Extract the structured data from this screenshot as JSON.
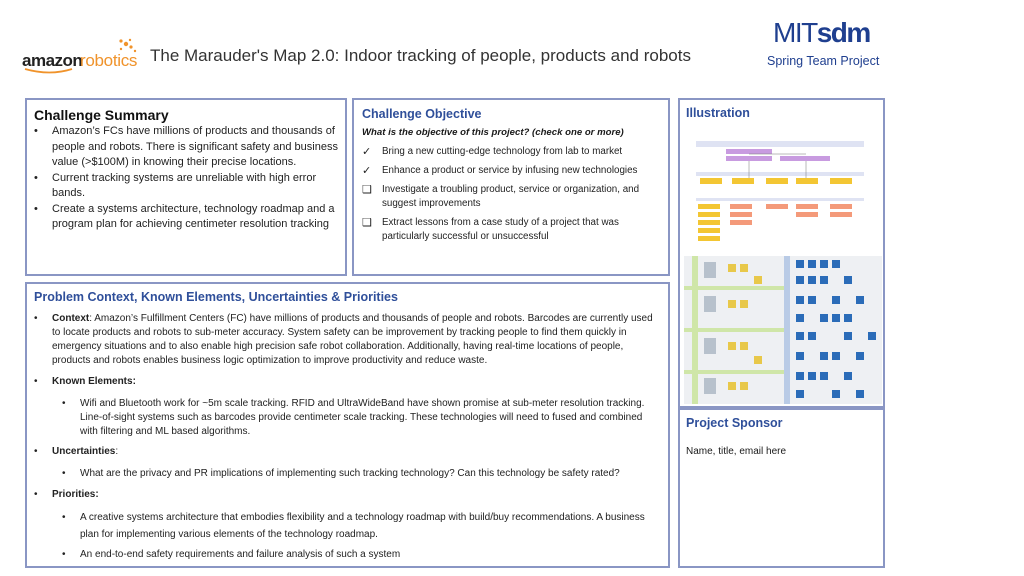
{
  "header": {
    "logo_word1": "amazon",
    "logo_word2": "robotics",
    "title": "The Marauder's Map 2.0: Indoor tracking of people, products and robots",
    "mit_logo_a": "MIT",
    "mit_logo_b": "sdm",
    "mit_subtitle": "Spring Team Project"
  },
  "challenge_summary": {
    "heading": "Challenge Summary",
    "bullets": [
      "Amazon’s FCs have millions of products and thousands of people and robots. There is significant safety and business value (>$100M) in knowing their precise locations.",
      "Current tracking systems are unreliable with high error bands.",
      "Create a systems architecture, technology roadmap and a program plan for achieving centimeter resolution tracking"
    ]
  },
  "challenge_objective": {
    "heading": "Challenge Objective",
    "question": "What is the objective of this project? (check one or more)",
    "options": [
      {
        "mark": "✓",
        "text": "Bring a new cutting-edge technology from lab to market"
      },
      {
        "mark": "✓",
        "text": "Enhance a product or service by infusing new technologies"
      },
      {
        "mark": "❑",
        "text": "Investigate a troubling product, service or organization, and suggest improvements"
      },
      {
        "mark": "❑",
        "text": "Extract lessons from a case study of a project that was particularly successful or unsuccessful"
      }
    ]
  },
  "illustration": {
    "heading": "Illustration"
  },
  "problem_context": {
    "heading": "Problem Context, Known Elements, Uncertainties & Priorities",
    "context_label": "Context",
    "context_text": ": Amazon’s Fulfillment Centers (FC) have millions of products and thousands of people and robots. Barcodes are currently used to locate products and robots to sub-meter accuracy. System safety can be improvement by tracking people to find them quickly in emergency situations and to also enable high precision safe robot collaboration. Additionally, having real-time locations of people, products and robots enables business logic optimization to improve productivity and reduce waste.",
    "known_label": "Known Elements:",
    "known_items": [
      "Wifi and Bluetooth work for ~5m scale tracking. RFID and UltraWideBand have shown promise at sub-meter resolution tracking. Line-of-sight systems such as barcodes provide centimeter scale tracking. These technologies will need to fused and combined with filtering and ML based algorithms."
    ],
    "uncertainties_label": "Uncertainties",
    "uncertainties_suffix": ":",
    "uncertainty_items": [
      "What are the privacy and PR implications of implementing such tracking technology? Can this technology be safety rated?"
    ],
    "priorities_label": "Priorities:",
    "priority_items": [
      "A creative systems architecture that embodies flexibility and a technology roadmap with build/buy recommendations. A business plan for implementing various elements of the technology roadmap.",
      "An end-to-end safety requirements and failure analysis of such a system"
    ]
  },
  "project_sponsor": {
    "heading": "Project Sponsor",
    "text": "Name, title, email here"
  },
  "colors": {
    "panel_border": "#8a96c4",
    "heading_blue": "#2f4f9a",
    "brand_orange": "#f0932b",
    "mit_blue": "#1f3f8f"
  }
}
